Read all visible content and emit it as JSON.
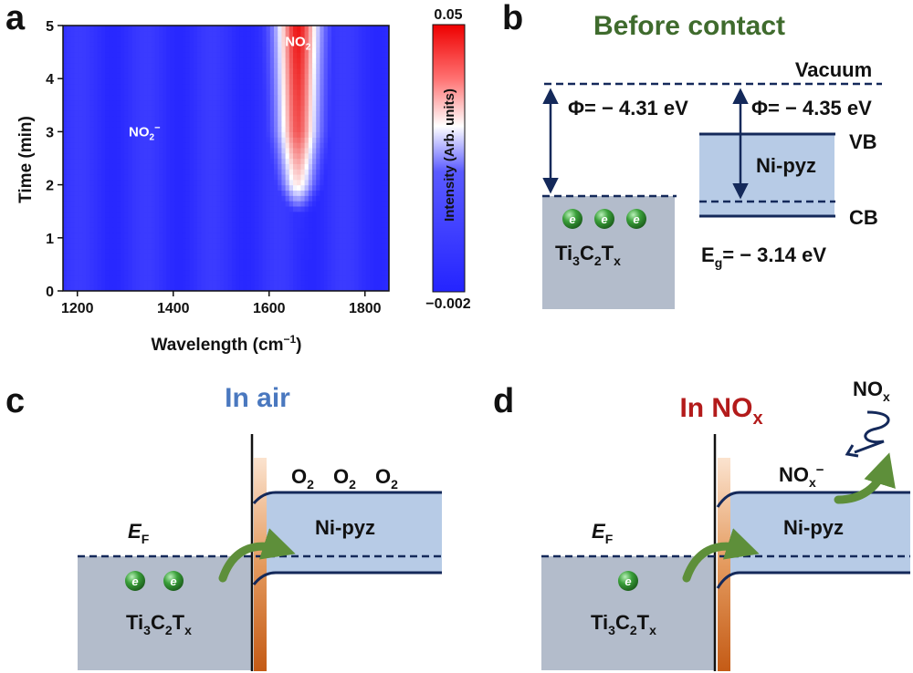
{
  "panel_labels": {
    "a": "a",
    "b": "b",
    "c": "c",
    "d": "d"
  },
  "colors": {
    "heat_low": "#2424ff",
    "heat_mid": "#ffffff",
    "heat_high": "#ee0000",
    "navy": "#14295a",
    "fill_left": "#b3bccb",
    "fill_right": "#b7cbe6",
    "electron": "#3aa03a",
    "arrow_green": "#5e8f3a",
    "junction": "#cf6a22",
    "title_green": "#3f6b2d",
    "title_blue": "#4a78bf",
    "title_red": "#b31b1b"
  },
  "chart_data": {
    "type": "heatmap",
    "xlabel": "Wavelength (cm",
    "xlabel_sup": "−1",
    "xlabel_tail": ")",
    "ylabel": "Time (min)",
    "xlim": [
      1170,
      1850
    ],
    "ylim": [
      0,
      5
    ],
    "xticks": [
      1200,
      1400,
      1600,
      1800
    ],
    "yticks": [
      0,
      1,
      2,
      3,
      4,
      5
    ],
    "colorbar": {
      "label": "Intensity (Arb. units)",
      "min": "−0.002",
      "max": "0.05",
      "vmin": -0.002,
      "vmax": 0.05
    },
    "annotations": [
      {
        "base": "NO",
        "sub": "2",
        "sup": "",
        "x": 1660,
        "y": 4.7
      },
      {
        "base": "NO",
        "sub": "2",
        "sup": "−",
        "x": 1340,
        "y": 3.0
      }
    ],
    "peak": {
      "center": 1660,
      "time_profile": [
        [
          0,
          0.0
        ],
        [
          1.5,
          0.02
        ],
        [
          2.0,
          0.5
        ],
        [
          3.0,
          0.85
        ],
        [
          5.0,
          1.0
        ]
      ]
    }
  },
  "panel_b": {
    "title": "Before contact",
    "vacuum": "Vacuum",
    "phi_left": "Φ= − 4.31 eV",
    "phi_right": "Φ= − 4.35 eV",
    "vb": "VB",
    "cb": "CB",
    "nipyz": "Ni-pyz",
    "eg_main": "E",
    "eg_sub": "g",
    "eg_value": "= − 3.14 eV",
    "electron": "e"
  },
  "material": {
    "t1": "Ti",
    "s1": "3",
    "t2": "C",
    "s2": "2",
    "t3": "T",
    "s3": "x"
  },
  "panel_c": {
    "title": "In air",
    "o2": "O",
    "o2_sub": "2",
    "ef": "E",
    "ef_sub": "F",
    "nipyz": "Ni-pyz"
  },
  "panel_d": {
    "title_main": "In NO",
    "title_sub": "x",
    "nox": "NO",
    "nox_sub": "x",
    "noxm": "NO",
    "noxm_sub": "x",
    "noxm_sup": "−",
    "ef": "E",
    "ef_sub": "F",
    "nipyz": "Ni-pyz"
  }
}
